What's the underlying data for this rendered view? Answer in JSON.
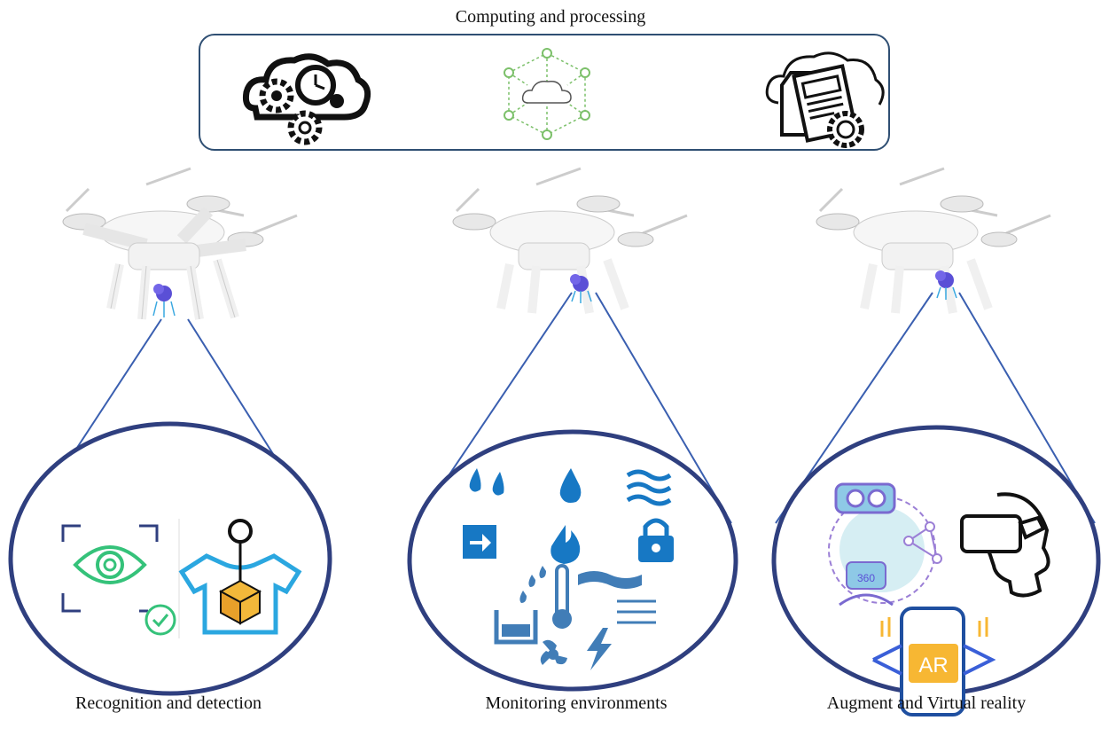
{
  "header": {
    "title": "Computing and processing"
  },
  "compute_icons": [
    {
      "icon": "cloud-gears-clock-icon",
      "color": "#111111"
    },
    {
      "icon": "cloud-network-icon",
      "color": "#7cc06a"
    },
    {
      "icon": "cloud-documents-gear-icon",
      "color": "#111111"
    }
  ],
  "panels": [
    {
      "caption": "Recognition and detection",
      "icons": [
        "face-scan-eye-icon",
        "verified-check-icon",
        "tshirt-package-icon"
      ]
    },
    {
      "caption": "Monitoring environments",
      "icons": [
        "droplets-icon",
        "drop-icon",
        "waves-icon",
        "enter-icon",
        "fire-icon",
        "lock-icon",
        "rain-icon",
        "thermometer-icon",
        "tank-icon",
        "fan-icon",
        "lightning-icon",
        "flow-icon"
      ]
    },
    {
      "caption": "Augment and Virtual reality",
      "icons": [
        "vr-360-person-icon",
        "vr-headset-head-icon",
        "ar-phone-icon"
      ]
    }
  ],
  "ar_label": "AR",
  "vr_label": "360",
  "colors": {
    "box_border": "#2f4f73",
    "ellipse_border": "#2f3f7f",
    "beam": "#3a5fb0",
    "monitor_blue": "#1778c4"
  }
}
